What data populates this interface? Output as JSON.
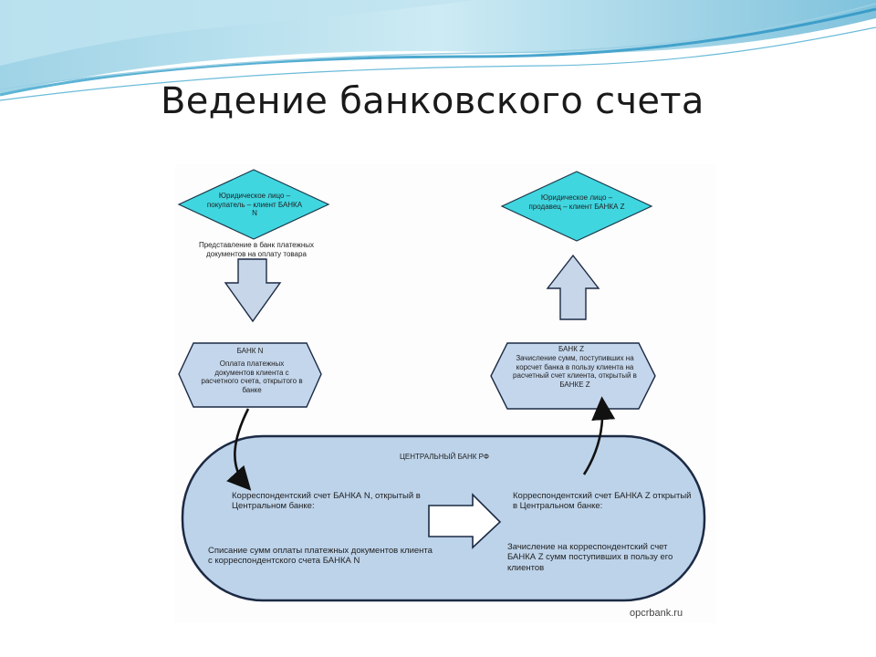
{
  "slide": {
    "title": "Ведение банковского счета"
  },
  "diagram": {
    "client_n": "Юридическое лицо – покупатель – клиент БАНКА N",
    "client_z": "Юридическое лицо – продавец – клиент БАНКА Z",
    "submission_note": "Представление в банк платежных документов на оплату товара",
    "bank_n_title": "БАНК N",
    "bank_n_text": "Оплата платежных документов клиента с расчетного счета, открытого в банке",
    "bank_z_title": "БАНК Z",
    "bank_z_text": "Зачисление сумм, поступивших на корсчет банка в пользу клиента на расчетный счет клиента, открытый в БАНКЕ Z",
    "central_bank": "ЦЕНТРАЛЬНЫЙ БАНК РФ",
    "corr_n": "Корреспондентский счет БАНКА N, открытый в Центральном банке:",
    "debit_n": "Списание сумм оплаты платежных документов клиента с корреспондентского счета БАНКА N",
    "corr_z": "Корреспондентский счет БАНКА Z открытый в Центральном банке:",
    "credit_z": "Зачисление на корреспондентский счет БАНКА Z сумм поступивших в пользу его клиентов"
  },
  "watermark": "opcrbank.ru",
  "colors": {
    "diamond_fill": "#3fd6e0",
    "hex_fill": "#c4d6ec",
    "central_fill": "#bdd3ea",
    "arrow_fill": "#c7d6e8",
    "wave_blue": "#7fc4dc"
  }
}
